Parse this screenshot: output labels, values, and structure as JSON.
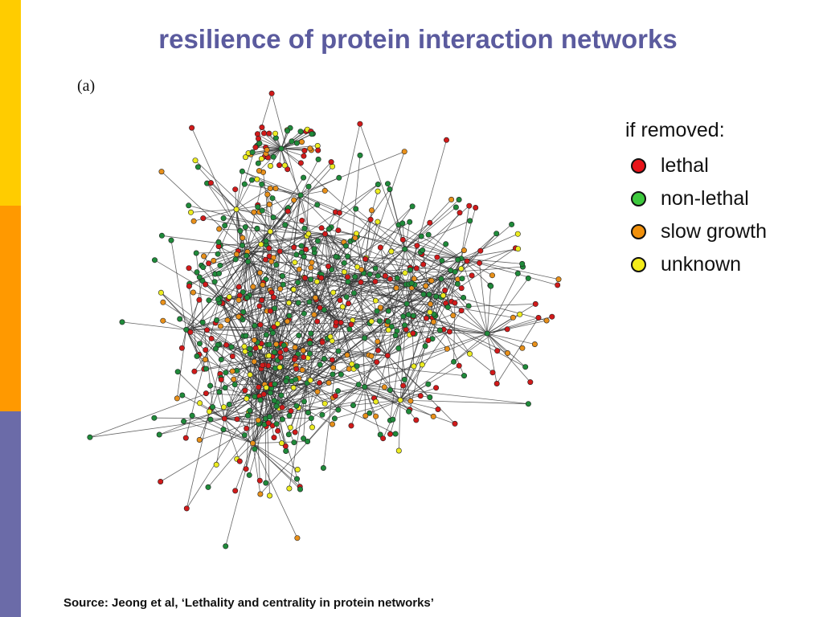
{
  "title": "resilience of protein interaction networks",
  "panel_label": "(a)",
  "legend": {
    "heading": "if removed:",
    "items": [
      {
        "label": "lethal",
        "color": "#e8141a"
      },
      {
        "label": "non-lethal",
        "color": "#3ec93e"
      },
      {
        "label": "slow growth",
        "color": "#f0900c"
      },
      {
        "label": "unknown",
        "color": "#f4ec1a"
      }
    ]
  },
  "source": "Source: Jeong et al, ‘Lethality and centrality in protein networks’",
  "colors": {
    "title": "#5b5b9e",
    "sidebar": [
      "#ffcc00",
      "#ff9900",
      "#6b6ba8"
    ],
    "node_lethal": "#d11a1a",
    "node_nonlethal": "#1f8a3a",
    "node_slowgrowth": "#e8901a",
    "node_unknown": "#ecec20",
    "edge": "#333333"
  }
}
